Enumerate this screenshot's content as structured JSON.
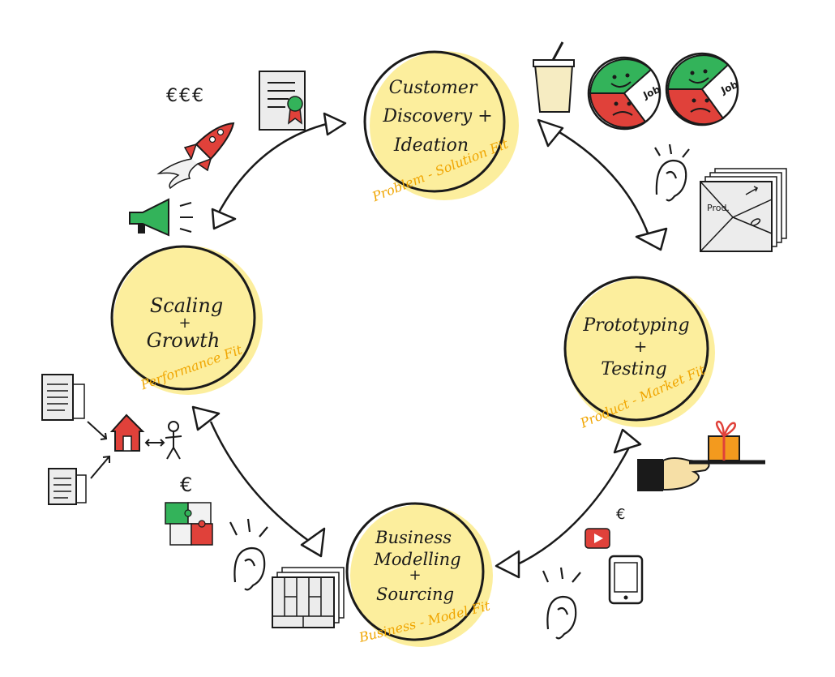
{
  "phases": [
    {
      "id": "customer-discovery",
      "lines": [
        "Customer",
        "Discovery +",
        "Ideation"
      ],
      "fit": "Problem - Solution Fit"
    },
    {
      "id": "prototyping",
      "lines": [
        "Prototyping",
        "+",
        "Testing"
      ],
      "fit": "Product - Market Fit"
    },
    {
      "id": "business-modeling",
      "lines": [
        "Business",
        "Modelling",
        "+",
        "Sourcing"
      ],
      "fit": "Business - Model Fit"
    },
    {
      "id": "scaling",
      "lines": [
        "Scaling",
        "+",
        "Growth"
      ],
      "fit": "Performance Fit"
    }
  ],
  "icon_text": {
    "euros_top": "€€€",
    "job_label": "Job",
    "prod_label": "Prod.",
    "euro_hand": "€",
    "euro_left": "€"
  },
  "colors": {
    "circle_fill": "#fbeb8c",
    "circle_stroke": "#1a1a1a",
    "fit_text": "#f0a500",
    "green": "#33b35a",
    "red": "#e0413a"
  }
}
